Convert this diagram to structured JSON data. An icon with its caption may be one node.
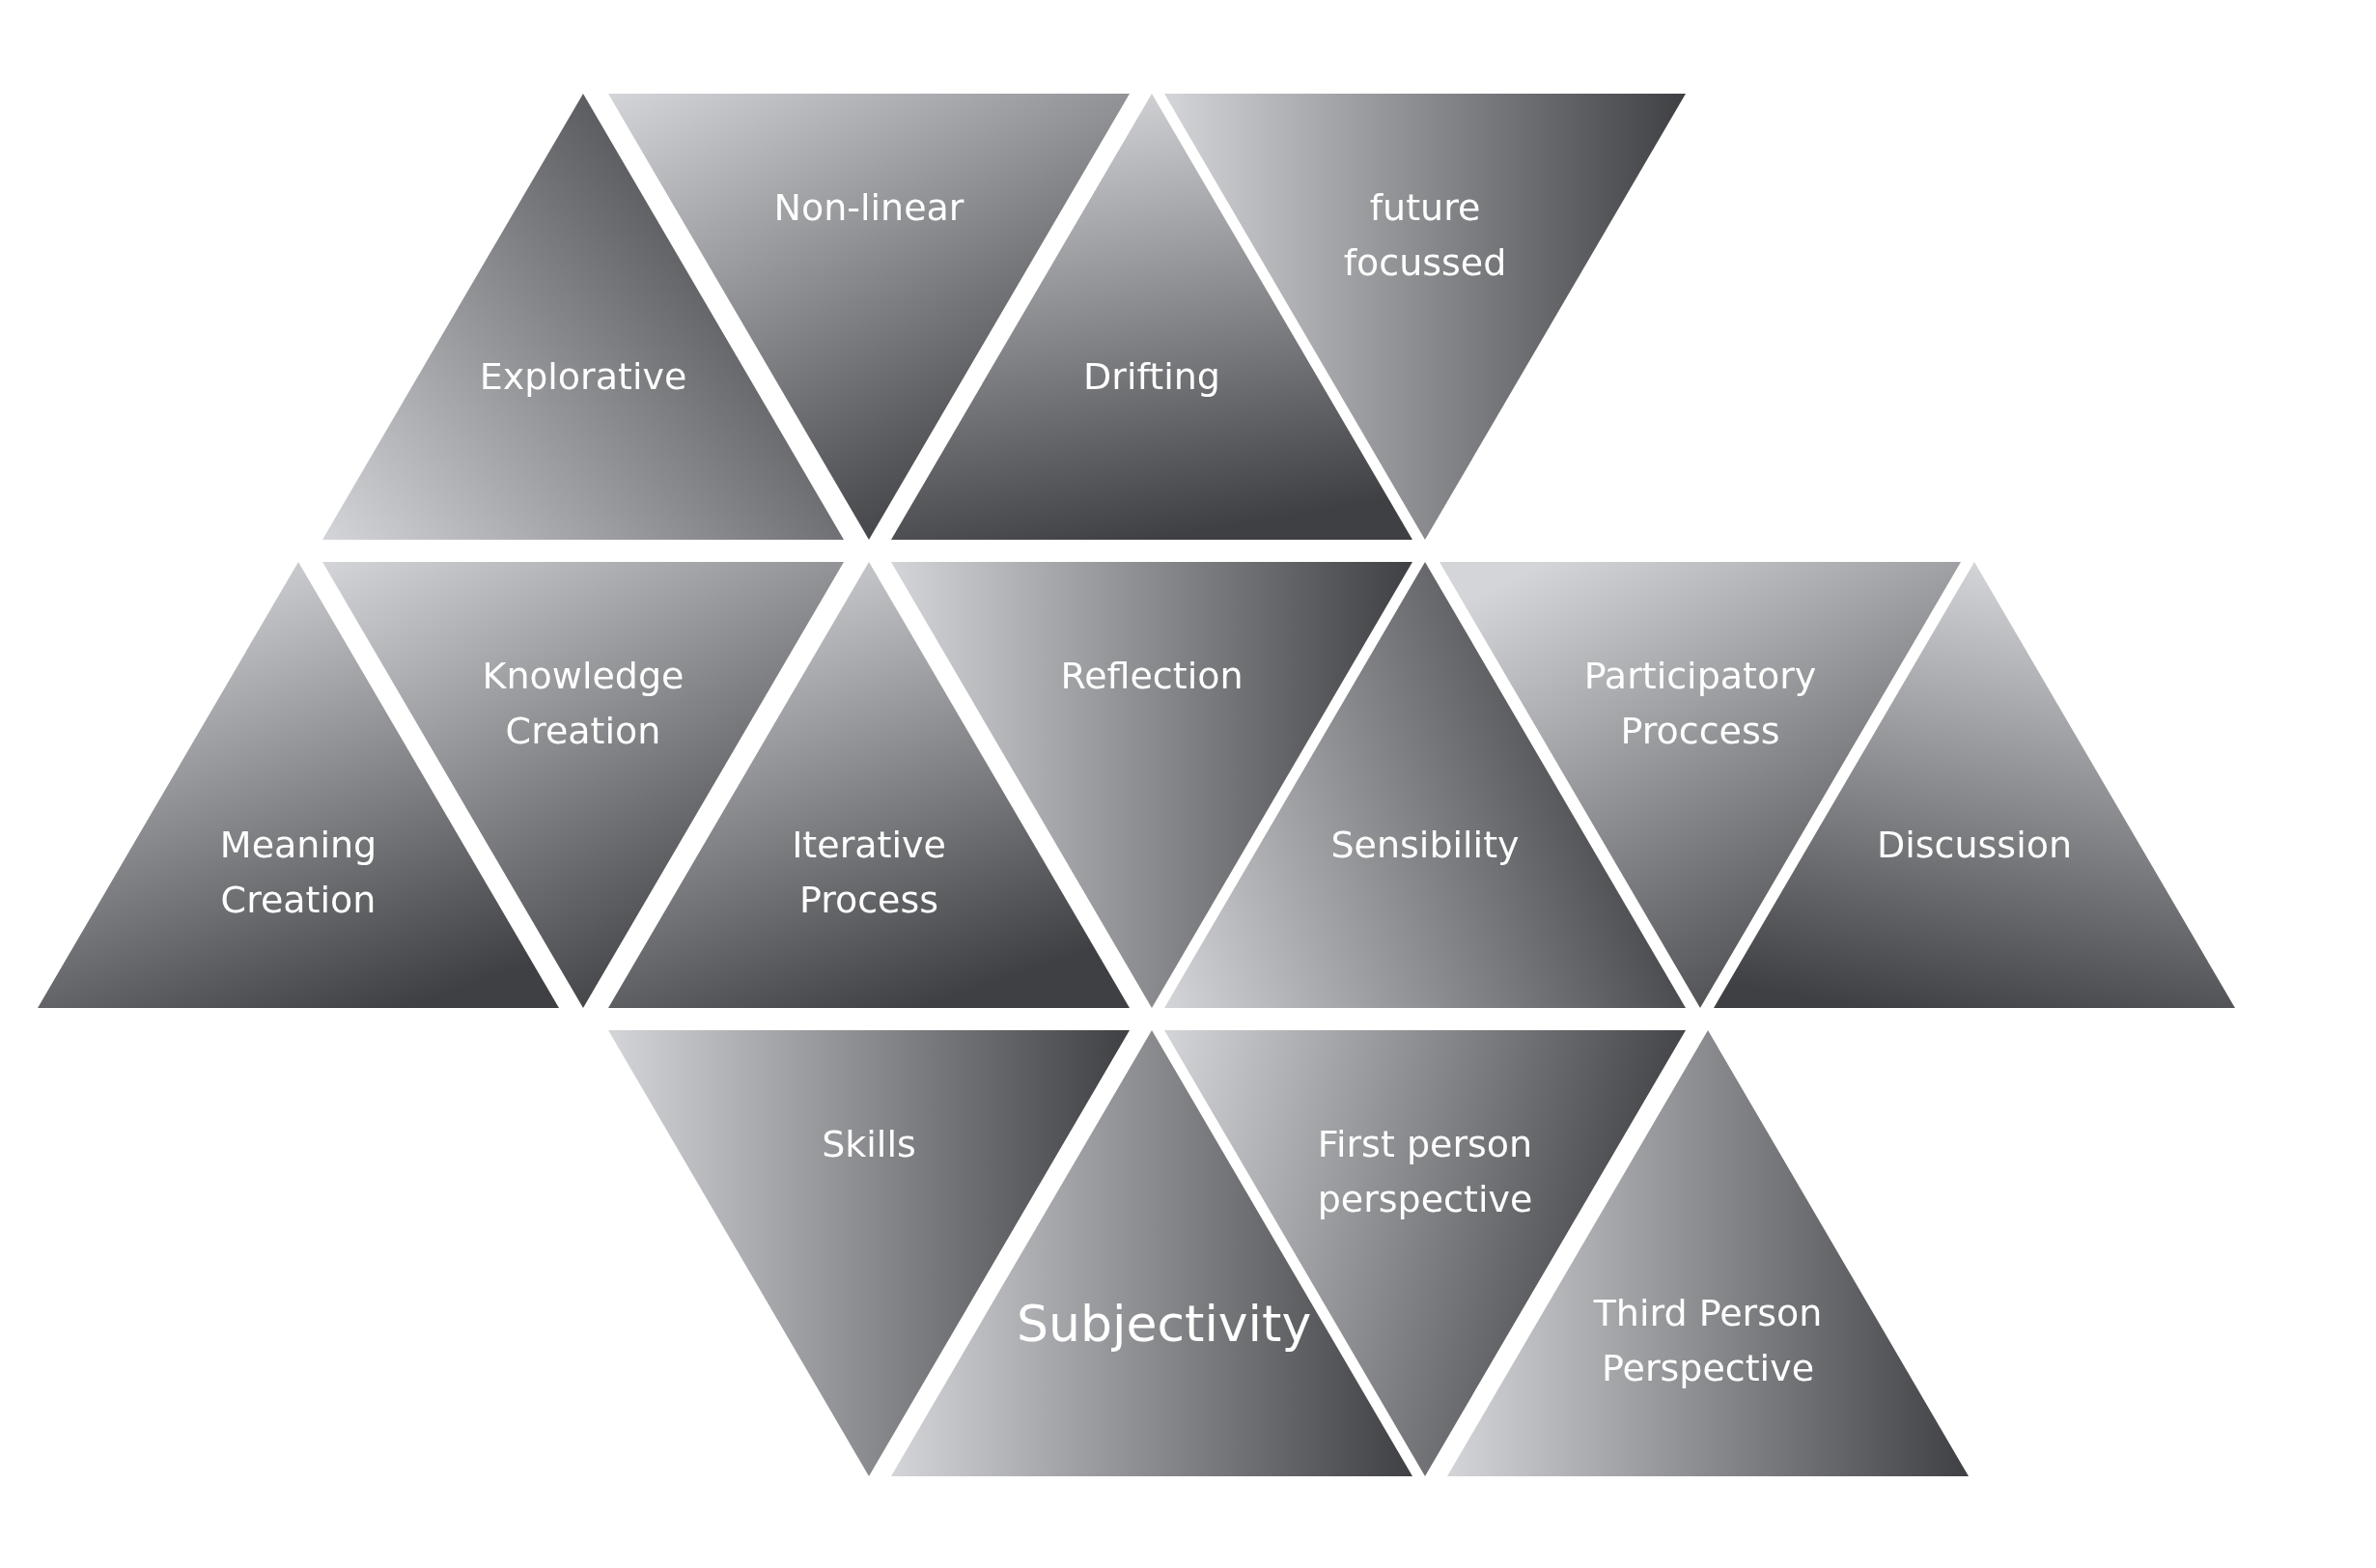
{
  "diagram": {
    "nodes": [
      {
        "text": [
          "Explorative"
        ]
      },
      {
        "text": [
          "Non-linear"
        ]
      },
      {
        "text": [
          "Drifting"
        ]
      },
      {
        "text": [
          "future focussed"
        ]
      },
      {
        "text": [
          "Meaning Creation"
        ]
      },
      {
        "text": [
          "Knowledge Creation"
        ]
      },
      {
        "text": [
          "Iterative Process"
        ]
      },
      {
        "text": [
          "Reflection"
        ]
      },
      {
        "text": [
          "Sensibility"
        ]
      },
      {
        "text": [
          "Participatory Proccess"
        ]
      },
      {
        "text": [
          "Discussion"
        ]
      },
      {
        "text": [
          "Skills"
        ]
      },
      {
        "text": [
          "Subjectivity"
        ]
      },
      {
        "text": [
          "First person perspective"
        ]
      },
      {
        "text": [
          "Third Person Perspective"
        ]
      }
    ]
  }
}
